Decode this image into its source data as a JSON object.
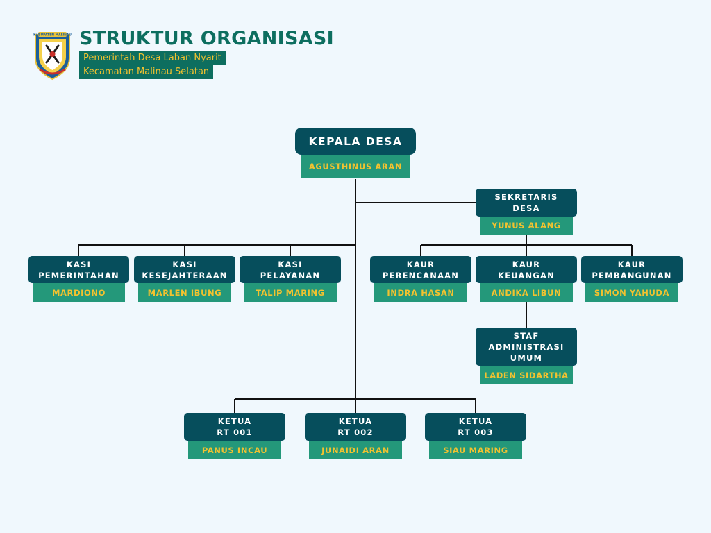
{
  "header": {
    "title": "STRUKTUR ORGANISASI",
    "subtitle_1": "Pemerintah Desa Laban Nyarit",
    "subtitle_2": "Kecamatan Malinau Selatan",
    "logo_text": "KABUPATEN MALINAU"
  },
  "colors": {
    "role_box": "#064e5c",
    "name_box": "#24987a",
    "name_text": "#f3c22f",
    "title_text": "#0d6e5f",
    "background": "#f0f8fd"
  },
  "org": {
    "kepala_desa": {
      "role": "KEPALA DESA",
      "name": "AGUSTHINUS ARAN"
    },
    "sekretaris": {
      "role": "SEKRETARIS\nDESA",
      "name": "YUNUS ALANG"
    },
    "kasi_pemerintahan": {
      "role": "KASI\nPEMERINTAHAN",
      "name": "MARDIONO"
    },
    "kasi_kesejahteraan": {
      "role": "KASI\nKESEJAHTERAAN",
      "name": "MARLEN IBUNG"
    },
    "kasi_pelayanan": {
      "role": "KASI\nPELAYANAN",
      "name": "TALIP MARING"
    },
    "kaur_perencanaan": {
      "role": "KAUR\nPERENCANAAN",
      "name": "INDRA HASAN"
    },
    "kaur_keuangan": {
      "role": "KAUR\nKEUANGAN",
      "name": "ANDIKA LIBUN"
    },
    "kaur_pembangunan": {
      "role": "KAUR\nPEMBANGUNAN",
      "name": "SIMON YAHUDA"
    },
    "staf_admin": {
      "role": "STAF\nADMINISTRASI\nUMUM",
      "name": "LADEN SIDARTHA"
    },
    "rt_001": {
      "role": "KETUA\nRT 001",
      "name": "PANUS INCAU"
    },
    "rt_002": {
      "role": "KETUA\nRT 002",
      "name": "JUNAIDI ARAN"
    },
    "rt_003": {
      "role": "KETUA\nRT 003",
      "name": "SIAU MARING"
    }
  }
}
